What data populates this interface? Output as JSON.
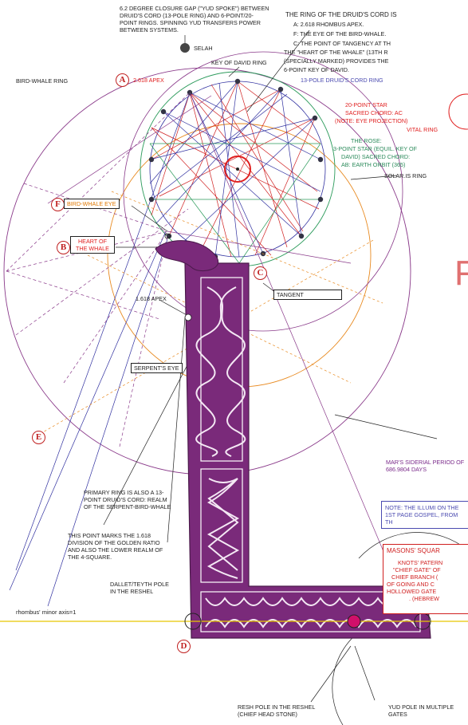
{
  "labels": {
    "closure_gap": "6.2 DEGREE CLOSURE GAP (\"YUD SPOKE\") BETWEEN DRUID'S CORD (13-POLE RING) AND 6-POINT/20-POINT RINGS. SPINNING YUD TRANSFERS POWER BETWEEN SYSTEMS.",
    "selah": "SELAH",
    "key_of_david_ring": "KEY OF DAVID RING",
    "bird_whale_ring": "BIRD-WHALE RING",
    "apex_2618": "2.618 APEX",
    "druid_ring_title": "THE RING OF THE DRUID'S CORD IS",
    "druid_a": "A: 2.618 RHOMBUS APEX.",
    "druid_f": "F: THE EYE OF THE BIRD-WHALE.",
    "druid_c1": "C: THE POINT OF TANGENCY AT TH",
    "druid_c2": "THE \"HEART OF THE WHALE\" (13TH R",
    "druid_c3": "(SPECIALLY MARKED) PROVIDES THE",
    "druid_c4": "6-POINT KEY OF DAVID.",
    "druid_cord_ring": "13-POLE DRUID'S CORD RING",
    "star20_1": "20-POINT STAR",
    "star20_2": "SACRED CHORD: AC",
    "star20_3": "(NOTE: EYE PROJECTION)",
    "vital_ring": "VITAL RING",
    "rose_1": "THE ROSE:",
    "rose_2": "3-POINT STAR (EQUIL. KEY OF",
    "rose_3": "DAVID) SACRED CHORD:",
    "rose_4": "AB: EARTH ORBIT (365)",
    "solaris_ring": "SOLAR.IS RING",
    "bird_whale_eye": "BIRD-WHALE EYE",
    "heart_whale": "HEART OF THE WHALE",
    "tangent": "TANGENT",
    "apex_1618": "1.618 APEX",
    "serpents_eye": "SERPENT'S EYE",
    "mars_period": "MAR'S SIDERIAL PERIOD OF 686.9804 DAYS",
    "note_illum": "NOTE: THE ILLUMI ON THE 1ST PAGE GOSPEL, FROM TH",
    "masons_square": "MASONS' SQUAR",
    "knots_1": "KNOTS' PATERN",
    "knots_2": "\"CHIEF GATE\" OF",
    "knots_3": "CHIEF BRANCH (",
    "knots_4": "OF GOING AND C",
    "knots_5": "HOLLOWED GATE",
    "knots_6": ". (HEBREW",
    "primary_ring": "PRIMARY RING IS ALSO A 13-POINT DRUID'S CORD: REALM OF THE SERPENT-BIRD-WHALE",
    "golden_point": "THIS POINT MARKS THE 1.618 DIVISION OF THE GOLDEN RATIO AND ALSO THE LOWER REALM OF THE 4-SQUARE.",
    "dallet": "DALLET/TEYTH POLE IN THE RESHEL",
    "rhombus_axis": "rhombus' minor axis=1",
    "resh_pole": "RESH POLE IN THE RESHEL (CHIEF HEAD STONE)",
    "yud_pole": "YUD POLE IN MULTIPLE GATES",
    "big_letter": "F"
  },
  "letters": {
    "a": "A",
    "b": "B",
    "c": "C",
    "d": "D",
    "e": "E",
    "f": "F"
  },
  "colors": {
    "purple": "#7a2a8a",
    "red": "#e02020",
    "blue": "#3030a0",
    "green": "#2a9a5a",
    "orange": "#e88a20",
    "yellow": "#e8c800",
    "magenta": "#d0106a"
  }
}
